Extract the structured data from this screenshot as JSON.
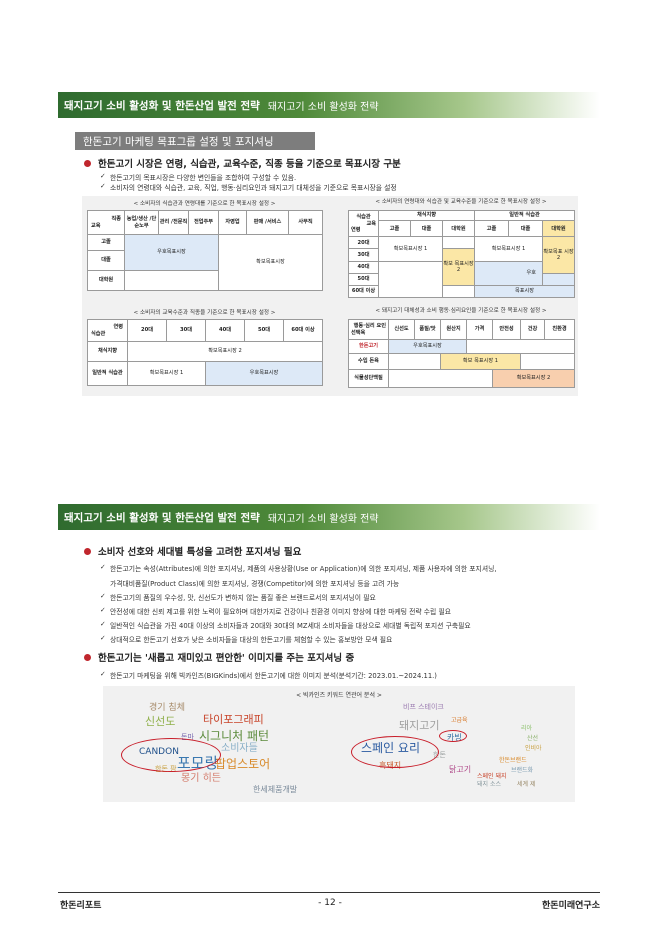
{
  "section1": {
    "header_main": "돼지고기 소비 활성화 및 한돈산업 발전 전략",
    "header_sub": "돼지고기 소비 활성화 전략",
    "subtitle": "한돈고기 마케팅 목표그룹 설정 및 포지셔닝",
    "bullet": "한돈고기 시장은 연령, 식습관, 교육수준, 직종 등을 기준으로 목표시장 구분",
    "subs": [
      "한돈고기의 목표시장은 다양한 변인들을 조합하여 구성할 수 있음.",
      "소비자의 연령대와 식습관, 교육, 직업, 행동·심리요인과 돼지고기 대체성을 기준으로 목표시장을 설정"
    ]
  },
  "tables": {
    "t1": {
      "caption": "< 소비자의 식습관과 연령대를 기준으로 한 목표시장 설정 >",
      "corner_top": "직종",
      "corner_bottom": "교육",
      "cols": [
        "농업/생산 /단순노무",
        "관리 /전문직",
        "전업주부",
        "자영업",
        "판매 /서비스",
        "사무직"
      ],
      "rows": [
        "고졸",
        "대졸",
        "대학원"
      ],
      "cell_a": "우호목표시장",
      "cell_b": "확보목표시장"
    },
    "t2": {
      "caption": "< 소비자의 연령대와 식습관 및 교육수준을 기준으로 한 목표시장 설정 >",
      "corner_top": "식습관",
      "corner_mid": "교육",
      "corner_bottom": "연령",
      "groups": [
        "채식지향",
        "일반적 식습관"
      ],
      "cols": [
        "고졸",
        "대졸",
        "대학원",
        "고졸",
        "대졸",
        "대학원"
      ],
      "rows": [
        "20대",
        "30대",
        "40대",
        "50대",
        "60대 이상"
      ],
      "cell_a": "확보목표시장 1",
      "cell_b": "확보 목표시장 2",
      "cell_c": "확보목표시장 1",
      "cell_d": "확보목표 시장2",
      "cell_e": "우호",
      "cell_f": "목표시장"
    },
    "t3": {
      "caption": "< 소비자의 교육수준과 직종을 기준으로 한 목표시장 설정 >",
      "corner_top": "연령",
      "corner_bottom": "식습관",
      "cols": [
        "20대",
        "30대",
        "40대",
        "50대",
        "60대 이상"
      ],
      "rows": [
        "채식지향",
        "일반적 식습관"
      ],
      "cell_a": "확보목표시장 2",
      "cell_b": "확보목표시장 1",
      "cell_c": "우호목표시장"
    },
    "t4": {
      "caption": "< 돼지고기 대체성과 소비 행동·심리요인을 기준으로 한 목표시장 설정 >",
      "corner_top": "행동·심리 요인",
      "corner_bottom": "선택육",
      "cols": [
        "신선도",
        "품질/맛",
        "원산지",
        "가격",
        "안전성",
        "건강",
        "친환경"
      ],
      "rows": [
        "한돈고기",
        "수입 돈육",
        "식물성단백질"
      ],
      "cell_a": "우호목표시장",
      "cell_b": "확보 목표시장 1",
      "cell_c": "확보목표시장 2"
    }
  },
  "section2": {
    "header_main": "돼지고기 소비 활성화 및 한돈산업 발전 전략",
    "header_sub": "돼지고기 소비 활성화 전략",
    "bullet1": "소비자 선호와 세대별 특성을 고려한 포지셔닝 필요",
    "subs1": [
      "한돈고기는 속성(Attributes)에 의한 포지셔닝, 제품의 사용상황(Use or Application)에 의한 포지셔닝, 제품 사용자에 의한 포지셔닝,",
      "가격대비품질(Product Class)에 의한 포지셔닝, 경쟁(Competitor)에 의한 포지셔닝 등을 고려 가능",
      "한돈고기의 품질의 우수성, 맛, 신선도가 변하지 않는 품질 좋은 브랜드로서의 포지셔닝이 필요",
      "안전성에 대한 신뢰 제고를 위한 노력이 필요하며 대한가지로 건강이나 친환경 이미지 향상에 대한 마케팅 전략 수립 필요",
      "일반적인 식습관을 가진 40대 이상의 소비자들과 20대와 30대의 MZ세대 소비자들을 대상으로 세대별 독립적 포지션 구축필요",
      "상대적으로 한돈고기 선호가 낮은 소비자들을 대상의 한돈고기를 체험할 수 있는 홍보방안 모색 필요"
    ],
    "bullet2": "한돈고기는 '새롭고 재미있고 편안한' 이미지를 주는 포지셔닝 중",
    "subs2": [
      "한돈고기 마케팅을 위해 빅카인즈(BIGKinds)에서 한돈고기에 대한 이미지 분석(분석기간: 2023.01.~2024.11.)"
    ],
    "wordcloud_caption": "< 빅카인즈 키워드 연관어 분석 >",
    "words": {
      "w01": "경기 침체",
      "w02": "비프 스테이크",
      "w03": "신선도",
      "w04": "타이포그래피",
      "w05": "시그니처 패턴",
      "w06": "소비자들",
      "w07": "CANDON",
      "w08": "돈마",
      "w09": "포모랑",
      "w10": "팝업스토어",
      "w11": "몽기 히든",
      "w12": "한돈 팜",
      "w13": "한세제품개발",
      "w14": "돼지고기",
      "w15": "카빙",
      "w16": "스페인 요리",
      "w17": "흑돼지",
      "w18": "닭고기",
      "w19": "스페인 돼지",
      "w20": "돼지 소스",
      "w21": "한돈",
      "w22": "고급육",
      "w23": "산선",
      "w24": "인비아",
      "w25": "한돈브랜드",
      "w26": "브랜드화",
      "w27": "세계 제",
      "w28": "리아"
    }
  },
  "footer": {
    "left": "한돈리포트",
    "center": "- 12 -",
    "right": "한돈미래연구소"
  }
}
